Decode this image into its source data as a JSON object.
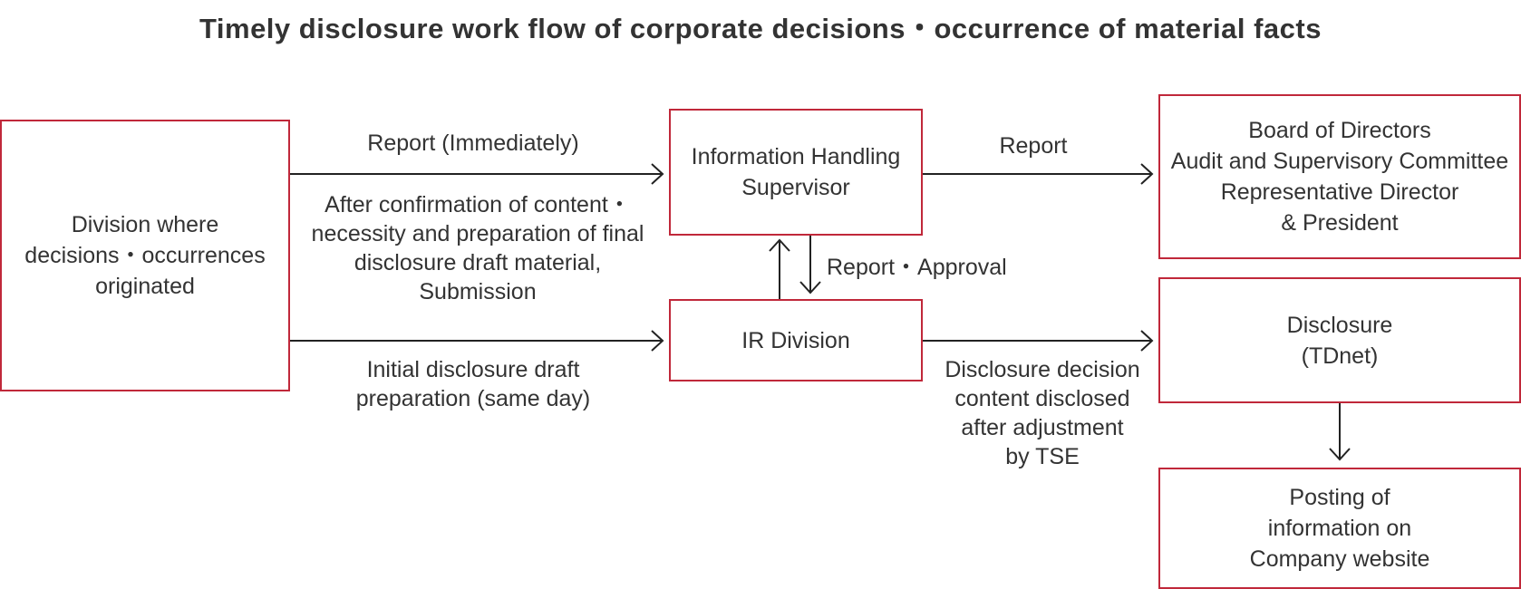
{
  "title": "Timely disclosure work flow of corporate decisions・occurrence of material facts",
  "boxes": {
    "origin": [
      "Division where",
      "decisions・occurrences",
      "originated"
    ],
    "supervisor": [
      "Information Handling",
      "Supervisor"
    ],
    "ir": [
      "IR Division"
    ],
    "board": [
      "Board of Directors",
      "Audit and Supervisory Committee",
      "Representative Director",
      "& President"
    ],
    "disclosure": [
      "Disclosure",
      "(TDnet)"
    ],
    "posting": [
      "Posting of",
      "information on",
      "Company website"
    ]
  },
  "labels": {
    "report_immediately": "Report (Immediately)",
    "after_confirmation": [
      "After confirmation of content・",
      "necessity and preparation of final",
      "disclosure draft material,",
      "Submission"
    ],
    "initial_draft": [
      "Initial disclosure draft",
      "preparation (same day)"
    ],
    "report": "Report",
    "report_approval": "Report・Approval",
    "tse_adjustment": [
      "Disclosure decision",
      "content disclosed",
      "after adjustment",
      "by TSE"
    ]
  },
  "colors": {
    "box_border": "#c0283a",
    "text": "#333333",
    "arrow": "#222222"
  }
}
